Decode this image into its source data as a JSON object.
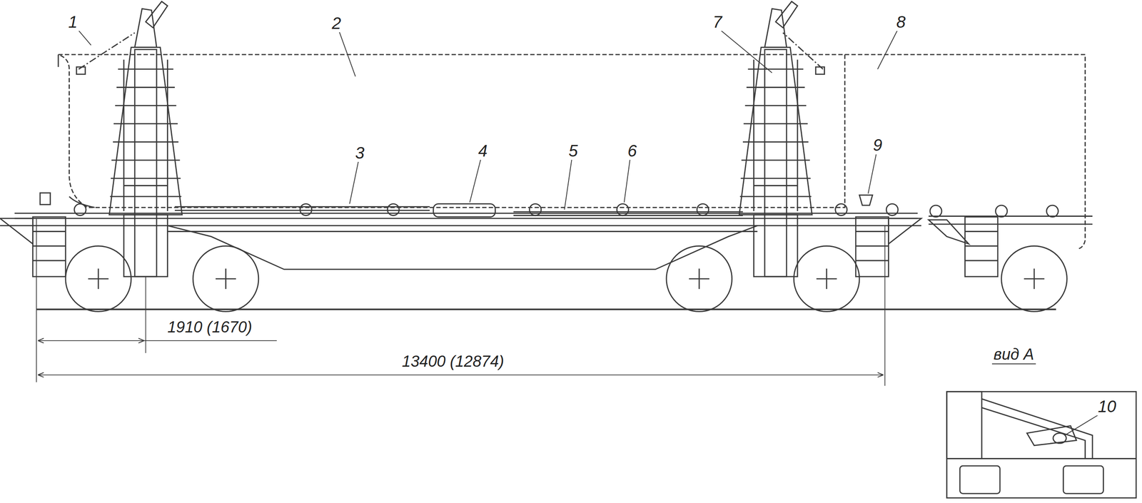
{
  "diagram": {
    "labels": [
      "1",
      "2",
      "3",
      "4",
      "5",
      "6",
      "7",
      "8",
      "9",
      "10",
      "1910 (1670)",
      "13400 (12874)",
      "вид А"
    ]
  }
}
